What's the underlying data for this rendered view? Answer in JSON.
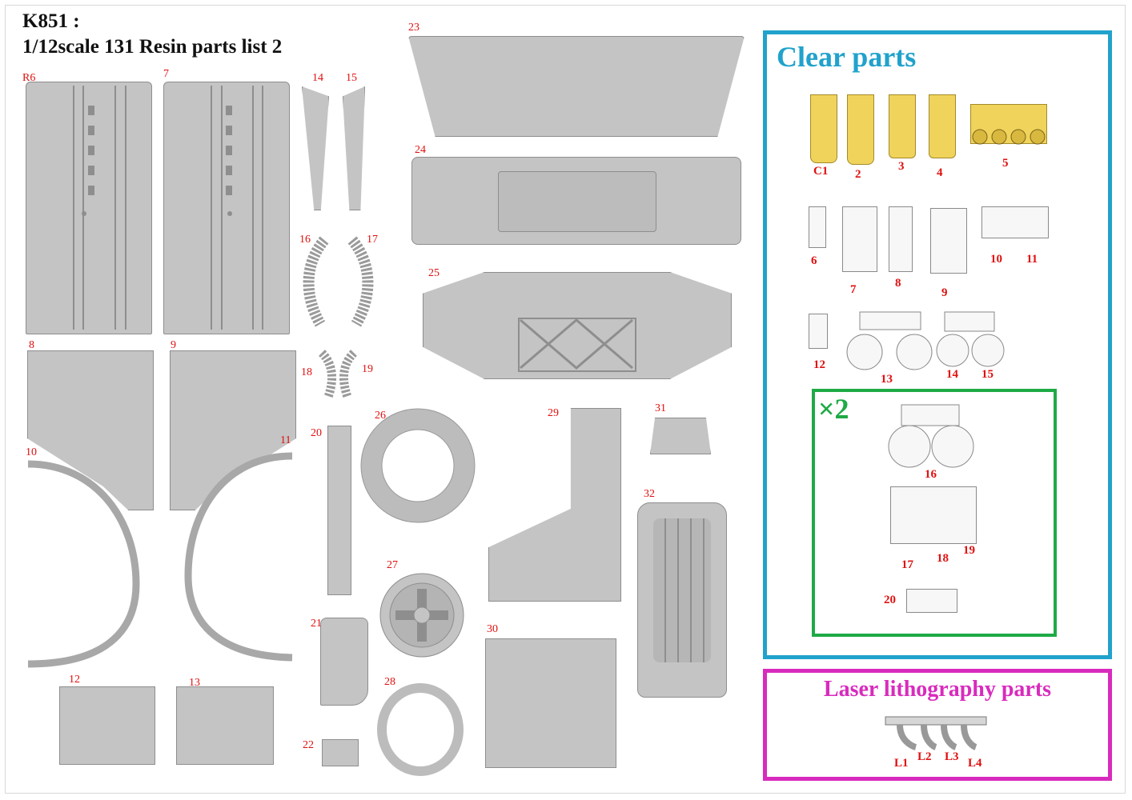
{
  "header": {
    "code": "K851 :",
    "subtitle": "1/12scale 131 Resin parts list 2"
  },
  "resin_parts": {
    "labels": [
      "R6",
      "7",
      "14",
      "15",
      "16",
      "17",
      "8",
      "9",
      "18",
      "19",
      "10",
      "11",
      "20",
      "12",
      "13",
      "21",
      "22",
      "23",
      "24",
      "25",
      "26",
      "27",
      "28",
      "29",
      "30",
      "31",
      "32"
    ]
  },
  "clear_parts": {
    "heading": "Clear parts",
    "labels": [
      "C1",
      "2",
      "3",
      "4",
      "5",
      "6",
      "7",
      "8",
      "9",
      "10",
      "11",
      "12",
      "13",
      "14",
      "15"
    ]
  },
  "x2_section": {
    "heading": "×2",
    "labels": [
      "16",
      "17",
      "18",
      "19",
      "20"
    ]
  },
  "laser_parts": {
    "heading": "Laser lithography parts",
    "labels": [
      "L1",
      "L2",
      "L3",
      "L4"
    ]
  },
  "colors": {
    "clear_border": "#21a2cc",
    "x2_border": "#1eaa46",
    "laser_border": "#d82bbd",
    "part_number": "#e01010",
    "yellow_part": "#f0d35a"
  }
}
